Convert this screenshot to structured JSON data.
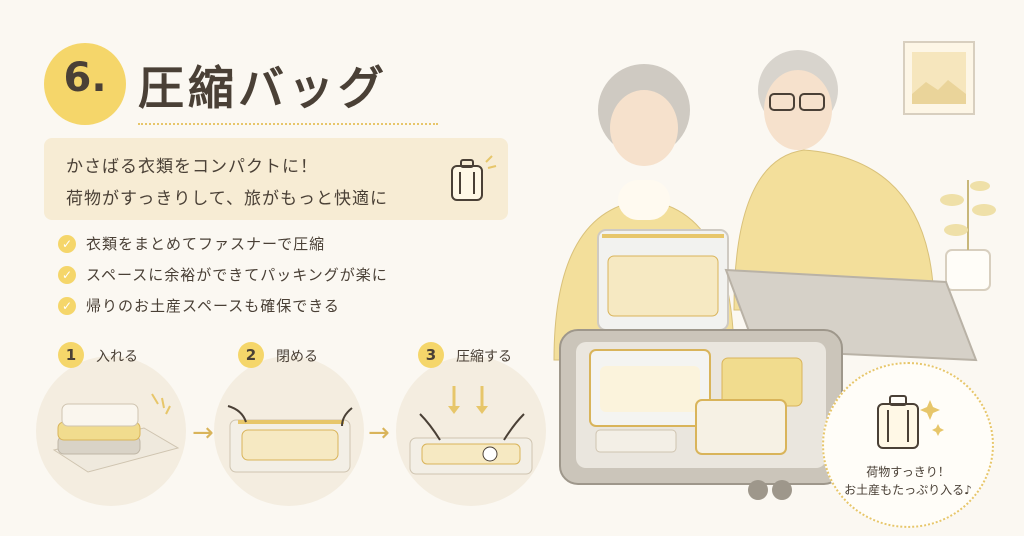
{
  "header": {
    "number": "6.",
    "title": "圧縮バッグ"
  },
  "intro": {
    "line1": "かさばる衣類をコンパクトに！",
    "line2": "荷物がすっきりして、旅がもっと快適に"
  },
  "benefits": [
    "衣類をまとめてファスナーで圧縮",
    "スペースに余裕ができてパッキングが楽に",
    "帰りのお土産スペースも確保できる"
  ],
  "steps": [
    {
      "num": "1",
      "label": "入れる"
    },
    {
      "num": "2",
      "label": "閉める"
    },
    {
      "num": "3",
      "label": "圧縮する"
    }
  ],
  "callout": {
    "line1": "荷物すっきり！",
    "line2": "お土産もたっぷり入る♪",
    "icon": "suitcase-icon"
  },
  "colors": {
    "accent": "#f5d66a",
    "background": "#fbf8f2",
    "panel": "#f7ecd4",
    "text": "#4a4036"
  }
}
